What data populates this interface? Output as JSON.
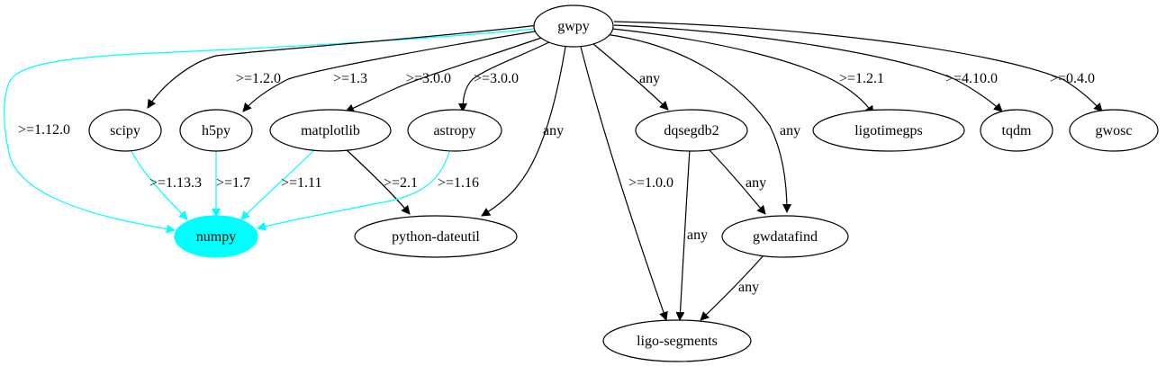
{
  "graph": {
    "colors": {
      "default": "#000000",
      "highlight": "#00ffff"
    },
    "nodes": {
      "gwpy": {
        "label": "gwpy"
      },
      "scipy": {
        "label": "scipy"
      },
      "h5py": {
        "label": "h5py"
      },
      "matplotlib": {
        "label": "matplotlib"
      },
      "astropy": {
        "label": "astropy"
      },
      "dqsegdb2": {
        "label": "dqsegdb2"
      },
      "ligotimegps": {
        "label": "ligotimegps"
      },
      "tqdm": {
        "label": "tqdm"
      },
      "gwosc": {
        "label": "gwosc"
      },
      "numpy": {
        "label": "numpy",
        "highlight": true
      },
      "python_dateutil": {
        "label": "python-dateutil"
      },
      "gwdatafind": {
        "label": "gwdatafind"
      },
      "ligo_segments": {
        "label": "ligo-segments"
      }
    },
    "edges": [
      {
        "from": "gwpy",
        "to": "numpy",
        "label": ">=1.12.0",
        "highlight": true
      },
      {
        "from": "gwpy",
        "to": "scipy",
        "label": ">=1.2.0"
      },
      {
        "from": "gwpy",
        "to": "h5py",
        "label": ">=1.3"
      },
      {
        "from": "gwpy",
        "to": "matplotlib",
        "label": ">=3.0.0"
      },
      {
        "from": "gwpy",
        "to": "astropy",
        "label": ">=3.0.0"
      },
      {
        "from": "gwpy",
        "to": "python-dateutil",
        "label": "any"
      },
      {
        "from": "gwpy",
        "to": "ligo-segments",
        "label": ">=1.0.0"
      },
      {
        "from": "gwpy",
        "to": "dqsegdb2",
        "label": "any"
      },
      {
        "from": "gwpy",
        "to": "gwdatafind",
        "label": "any"
      },
      {
        "from": "gwpy",
        "to": "ligotimegps",
        "label": ">=1.2.1"
      },
      {
        "from": "gwpy",
        "to": "tqdm",
        "label": ">=4.10.0"
      },
      {
        "from": "gwpy",
        "to": "gwosc",
        "label": ">=0.4.0"
      },
      {
        "from": "scipy",
        "to": "numpy",
        "label": ">=1.13.3",
        "highlight": true
      },
      {
        "from": "h5py",
        "to": "numpy",
        "label": ">=1.7",
        "highlight": true
      },
      {
        "from": "matplotlib",
        "to": "numpy",
        "label": ">=1.11",
        "highlight": true
      },
      {
        "from": "matplotlib",
        "to": "python-dateutil",
        "label": ">=2.1"
      },
      {
        "from": "astropy",
        "to": "numpy",
        "label": ">=1.16",
        "highlight": true
      },
      {
        "from": "dqsegdb2",
        "to": "ligo-segments",
        "label": "any"
      },
      {
        "from": "dqsegdb2",
        "to": "gwdatafind",
        "label": "any"
      },
      {
        "from": "gwdatafind",
        "to": "ligo-segments",
        "label": "any"
      }
    ]
  }
}
